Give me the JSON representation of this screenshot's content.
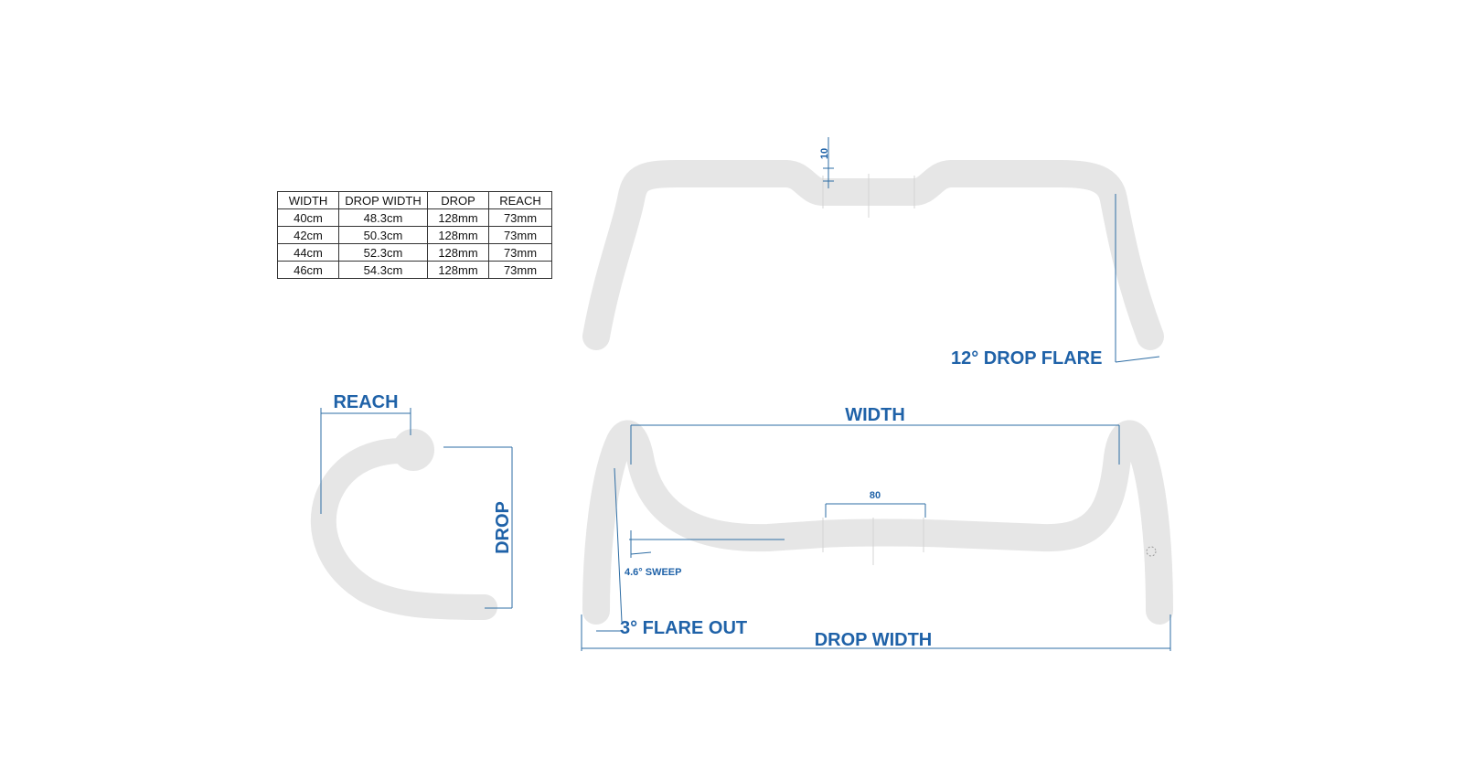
{
  "size_table": {
    "headers": [
      "WIDTH",
      "DROP WIDTH",
      "DROP",
      "REACH"
    ],
    "rows": [
      [
        "40cm",
        "48.3cm",
        "128mm",
        "73mm"
      ],
      [
        "42cm",
        "50.3cm",
        "128mm",
        "73mm"
      ],
      [
        "44cm",
        "52.3cm",
        "128mm",
        "73mm"
      ],
      [
        "46cm",
        "54.3cm",
        "128mm",
        "73mm"
      ]
    ]
  },
  "labels": {
    "rise": "10",
    "drop_flare": "12° DROP FLARE",
    "reach": "REACH",
    "drop": "DROP",
    "width": "WIDTH",
    "clamp": "80",
    "sweep": "4.6° SWEEP",
    "flare_out": "3° FLARE OUT",
    "drop_width": "DROP WIDTH"
  },
  "colors": {
    "dimension_blue": "#1f62a8",
    "bar_grey": "#e6e6e6"
  }
}
